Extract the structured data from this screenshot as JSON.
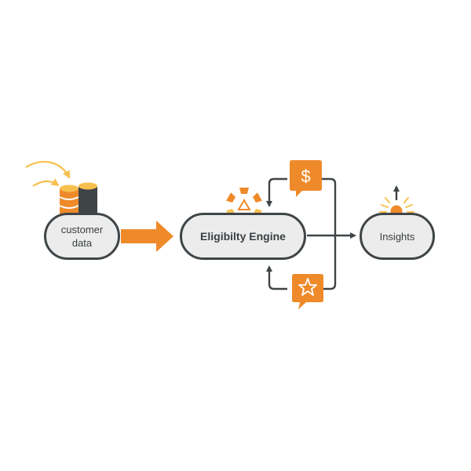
{
  "colors": {
    "accent": "#ef8a2a",
    "accent_light": "#f7c04e",
    "dark": "#3f4447",
    "node_fill": "#ececec"
  },
  "nodes": {
    "customer": {
      "line1": "customer",
      "line2": "data"
    },
    "engine": {
      "label": "Eligibilty Engine"
    },
    "insights": {
      "label": "Insights"
    }
  },
  "badges": {
    "dollar": {
      "icon": "dollar-sign-icon",
      "glyph": "$"
    },
    "star": {
      "icon": "star-icon"
    }
  }
}
